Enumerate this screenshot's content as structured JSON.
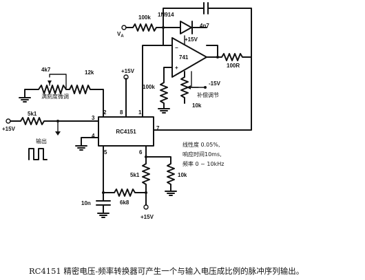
{
  "caption": "RC4151 精密电压-频率转换器可产生一个与输入电压成比例的脉冲序列输出。",
  "ics": {
    "vfc": {
      "name": "RC4151",
      "pin_labels": [
        "2",
        "8",
        "1",
        "3",
        "7",
        "4",
        "5",
        "6"
      ]
    },
    "opamp": {
      "name": "741"
    }
  },
  "components": {
    "r_in_100k": "100k",
    "diode": "1N914",
    "cap_4n7": "4n7",
    "r_fb_100r": "100R",
    "r_100k_offset": "100k",
    "pot_10k_offset": "10k",
    "pot_4k7": "4k7",
    "r_12k": "12k",
    "r_5k1_in": "5k1",
    "r_5k1_b": "5k1",
    "r_6k8": "6k8",
    "r_10k_out": "10k",
    "cap_10n": "10n"
  },
  "nets": {
    "vin": "V",
    "vin_sub": "A",
    "p15_input": "+15V",
    "p15_vfc": "+15V",
    "p15_opamp": "+15V",
    "m15_opamp": "-15V",
    "p15_bottom": "+15V"
  },
  "notes": {
    "full_scale_adj": "满刻度微调",
    "offset_adj": "补偿调节",
    "output": "输出",
    "spec_linearity": "线性度 0.05%,",
    "spec_response": "响应时间10ms,",
    "spec_freq": "频率 0 ~ 10kHz"
  }
}
